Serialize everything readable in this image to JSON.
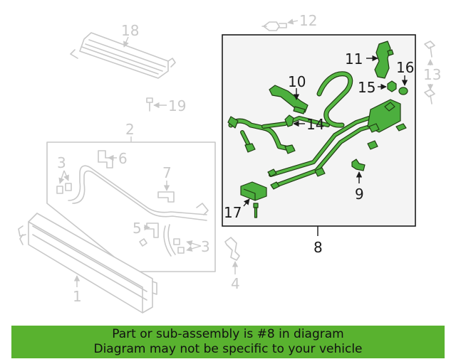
{
  "diagram": {
    "callouts": {
      "c1": "1",
      "c2": "2",
      "c3a": "3",
      "c3b": "3",
      "c4": "4",
      "c5": "5",
      "c6": "6",
      "c7": "7",
      "c8": "8",
      "c9": "9",
      "c10": "10",
      "c11": "11",
      "c12": "12",
      "c13": "13",
      "c14": "14",
      "c15": "15",
      "c16": "16",
      "c17": "17",
      "c18": "18",
      "c19": "19"
    },
    "highlight_color": "#4caf3e",
    "muted_color": "#c8c8c8"
  },
  "banner": {
    "line1": "Part or sub-assembly is #8 in diagram",
    "line2": "Diagram may not be specific to your vehicle",
    "background": "#59b22f"
  }
}
